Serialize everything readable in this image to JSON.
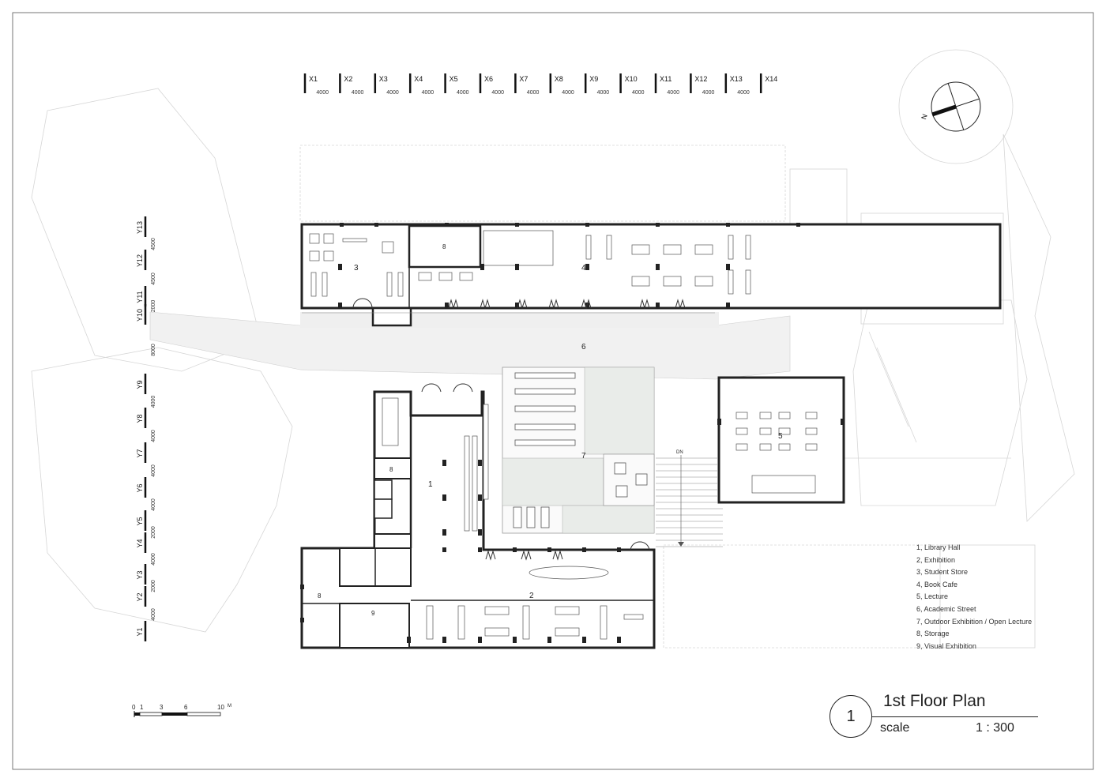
{
  "grid": {
    "x_labels": [
      "X1",
      "X2",
      "X3",
      "X4",
      "X5",
      "X6",
      "X7",
      "X8",
      "X9",
      "X10",
      "X11",
      "X12",
      "X13",
      "X14"
    ],
    "x_spacings": [
      "4000",
      "4000",
      "4000",
      "4000",
      "4000",
      "4000",
      "4000",
      "4000",
      "4000",
      "4000",
      "4000",
      "4000",
      "4000"
    ],
    "y_labels": [
      "Y13",
      "Y12",
      "Y11",
      "Y10",
      "Y9",
      "Y8",
      "Y7",
      "Y6",
      "Y5",
      "Y4",
      "Y3",
      "Y2",
      "Y1"
    ],
    "y_spacings": [
      "4500",
      "4500",
      "2000",
      "8000",
      "4000",
      "4000",
      "4000",
      "4000",
      "2000",
      "4000",
      "2000",
      "4000"
    ]
  },
  "rooms": {
    "library_hall": "1",
    "exhibition": "2",
    "student_store": "3",
    "book_cafe": "4",
    "lecture": "5",
    "academic_street": "6",
    "outdoor_exhibition": "7",
    "storage_a": "8",
    "storage_b": "8",
    "storage_c": "8",
    "visual_exhibition": "9"
  },
  "stair_label": "DN",
  "north_label": "N",
  "scale_bar": {
    "ticks": [
      "0",
      "1",
      "3",
      "6",
      "10"
    ],
    "unit": "M"
  },
  "legend": [
    "1, Library Hall",
    "2, Exhibition",
    "3, Student Store",
    "4, Book Cafe",
    "5, Lecture",
    "6, Academic Street",
    "7, Outdoor Exhibition / Open Lecture",
    "8, Storage",
    "9, Visual Exhibition"
  ],
  "title_block": {
    "number": "1",
    "title": "1st Floor Plan",
    "scale_label": "scale",
    "scale_value": "1 : 300"
  }
}
